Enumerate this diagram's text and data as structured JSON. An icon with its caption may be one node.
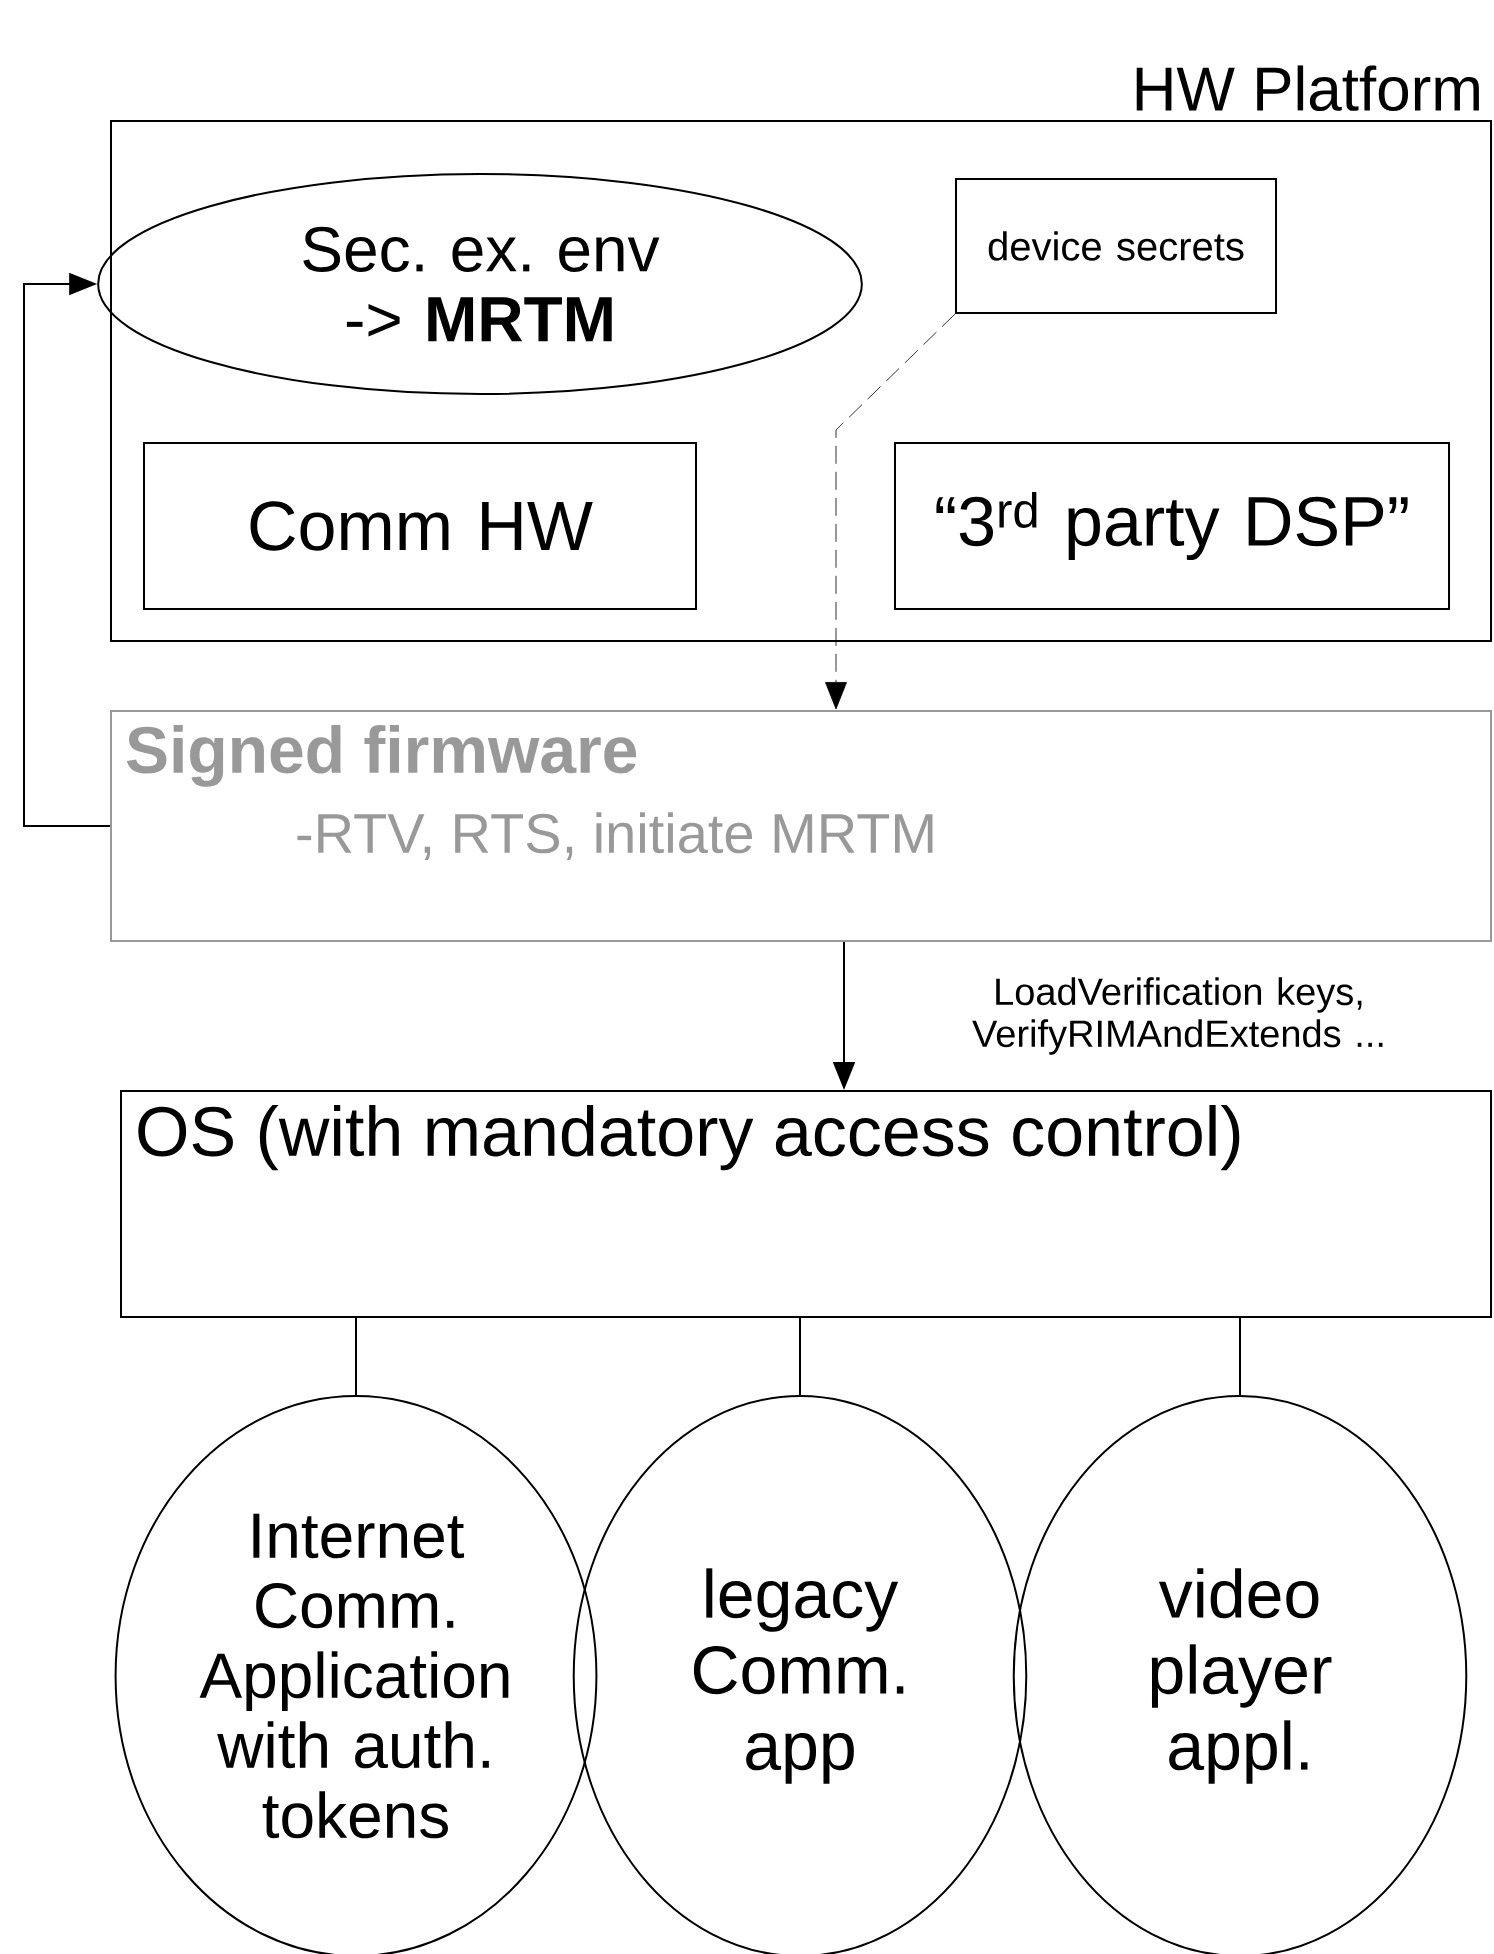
{
  "diagram": {
    "nodes": [
      {
        "text": [
          "HW Platform"
        ]
      },
      {
        "text": [
          "Sec. ex. env -> **MRTM**"
        ],
        "in": 0
      },
      {
        "text": [
          "device secrets"
        ],
        "in": 0
      },
      {
        "text": [
          "Comm HW"
        ],
        "in": 0
      },
      {
        "text": [
          "“3$^{rd}$ party DSP”"
        ],
        "in": 0
      },
      {
        "text": [
          "Signed firmware",
          "-RTV, RTS, initiate MRTM"
        ]
      },
      {
        "text": [
          "OS (with mandatory access control)"
        ]
      },
      {
        "text": [
          "Internet Comm. Application with auth. tokens"
        ]
      },
      {
        "text": [
          "legacy Comm. app"
        ]
      },
      {
        "text": [
          "video player appl."
        ]
      }
    ],
    "edges": [
      {
        "from": 5,
        "to": 1,
        "arrow": "to"
      },
      {
        "from": 2,
        "to": 5,
        "arrow": "to",
        "style": "dashed"
      },
      {
        "from": 5,
        "to": 6,
        "arrow": "to",
        "label": "LoadVerification keys, VerifyRIMAndExtends ..."
      },
      {
        "from": 6,
        "to": 7,
        "arrow": "none"
      },
      {
        "from": 6,
        "to": 8,
        "arrow": "none"
      },
      {
        "from": 6,
        "to": 9,
        "arrow": "none"
      }
    ]
  }
}
